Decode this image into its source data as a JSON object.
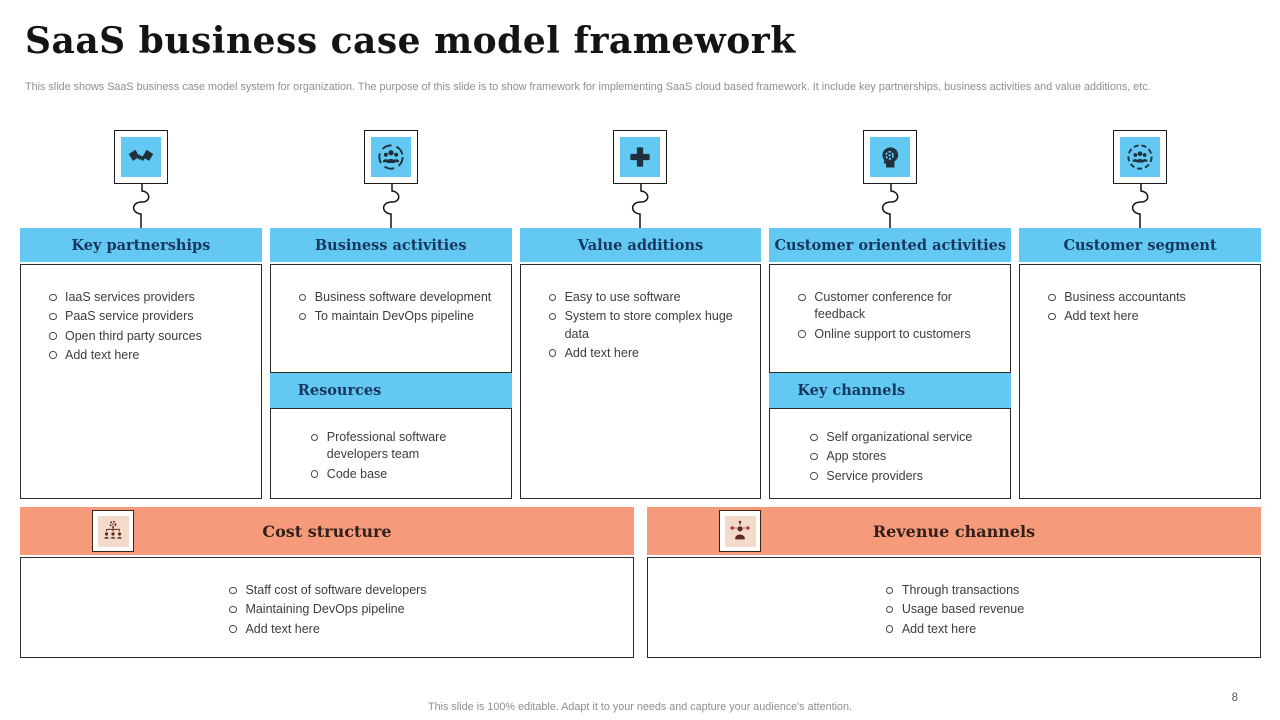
{
  "slide": {
    "title": "SaaS business case model framework",
    "subtitle": "This slide shows SaaS business case model system for organization. The purpose of this slide is to show framework for implementing SaaS cloud based framework. It include key partnerships, business activities and value additions, etc.",
    "footer": "This slide is 100% editable. Adapt it to your needs and capture your audience's attention.",
    "page_number": "8"
  },
  "colors": {
    "sky_blue": "#63C8F2",
    "navy": "#17375E",
    "orange": "#F59B7C",
    "bar_title": "#33201A"
  },
  "columns": [
    {
      "icon": "handshake-icon",
      "title": "Key partnerships",
      "items": [
        "IaaS services providers",
        "PaaS service providers",
        "Open third party sources",
        "Add text here"
      ]
    },
    {
      "icon": "team-cycle-icon",
      "title": "Business activities",
      "items": [
        "Business software development",
        "To maintain DevOps pipeline"
      ],
      "sub_title": "Resources",
      "sub_items": [
        "Professional software developers team",
        "Code base"
      ]
    },
    {
      "icon": "plus-icon",
      "title": "Value additions",
      "items": [
        "Easy to use software",
        "System to store complex huge data",
        "Add text here"
      ]
    },
    {
      "icon": "head-gear-icon",
      "title": "Customer oriented activities",
      "items": [
        "Customer conference for feedback",
        "Online support to customers"
      ],
      "sub_title": "Key channels",
      "sub_items": [
        "Self organizational service",
        "App stores",
        "Service providers"
      ]
    },
    {
      "icon": "customer-group-icon",
      "title": "Customer segment",
      "items": [
        "Business accountants",
        "Add text here"
      ]
    }
  ],
  "bottom_sections": [
    {
      "icon": "org-structure-icon",
      "title": "Cost structure",
      "items": [
        "Staff cost of software developers",
        "Maintaining DevOps pipeline",
        "Add text here"
      ]
    },
    {
      "icon": "revenue-network-icon",
      "title": "Revenue channels",
      "items": [
        "Through transactions",
        "Usage based revenue",
        "Add text here"
      ]
    }
  ]
}
